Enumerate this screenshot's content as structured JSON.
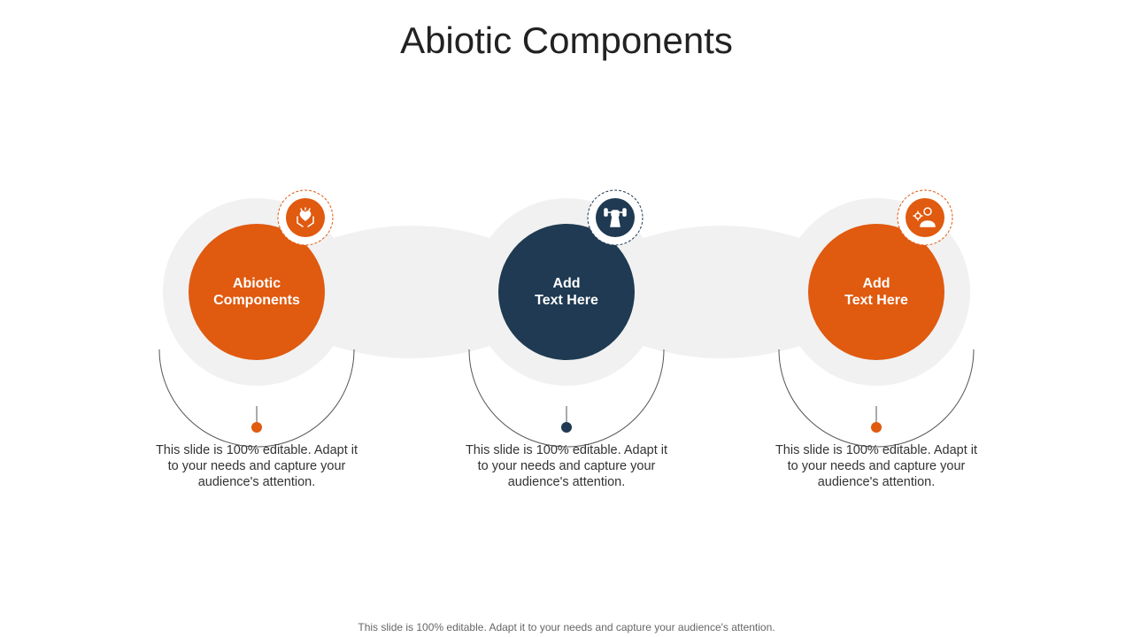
{
  "title": "Abiotic Components",
  "colors": {
    "orange": "#E05A0F",
    "navy": "#1F3A52",
    "connector_gray": "#F1F1F1",
    "line_gray": "#555555"
  },
  "steps": [
    {
      "label": "Abiotic\nComponents",
      "description": "This slide is 100% editable.  Adapt it to your needs and capture your audience's attention.",
      "color": "#E05A0F",
      "icon": "hands-heart-icon"
    },
    {
      "label": "Add\nText Here",
      "description": "This slide is 100% editable.  Adapt it to your needs and capture your audience's attention.",
      "color": "#1F3A52",
      "icon": "fist-weight-icon"
    },
    {
      "label": "Add\nText Here",
      "description": "This slide is 100% editable.  Adapt it to your needs and capture your audience's attention.",
      "color": "#E05A0F",
      "icon": "person-gear-icon"
    }
  ],
  "footer": "This slide is 100% editable. Adapt it to your needs and capture your audience's attention."
}
